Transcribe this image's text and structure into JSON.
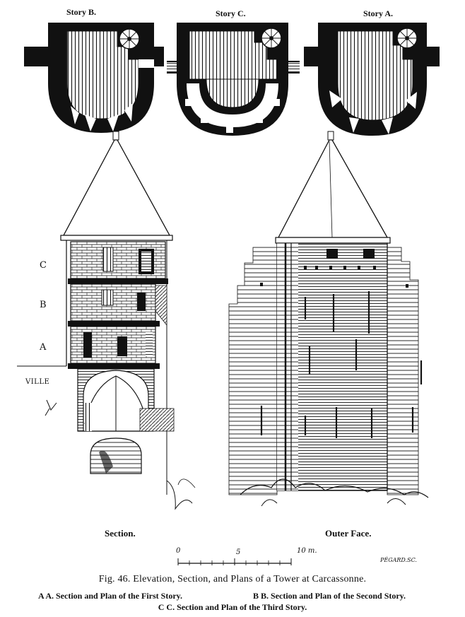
{
  "plans": {
    "story_b": "Story B.",
    "story_c": "Story C.",
    "story_a": "Story A."
  },
  "section": {
    "letters": [
      "C",
      "B",
      "A"
    ],
    "ville": "VILLE",
    "label": "Section."
  },
  "outer_face": {
    "label": "Outer Face."
  },
  "scale": {
    "marks": [
      "0",
      "5",
      "10 m."
    ]
  },
  "engraver": "PÉGARD.SC.",
  "caption": {
    "figure": "Fig. 46. Elevation, Section, and Plans of a Tower at Carcassonne.",
    "legend_aa": "A A. Section and Plan of the First Story.",
    "legend_bb": "B B. Section and Plan of the Second Story.",
    "legend_cc": "C C. Section and Plan of the Third Story."
  },
  "colors": {
    "ink": "#111111",
    "paper": "#ffffff"
  }
}
